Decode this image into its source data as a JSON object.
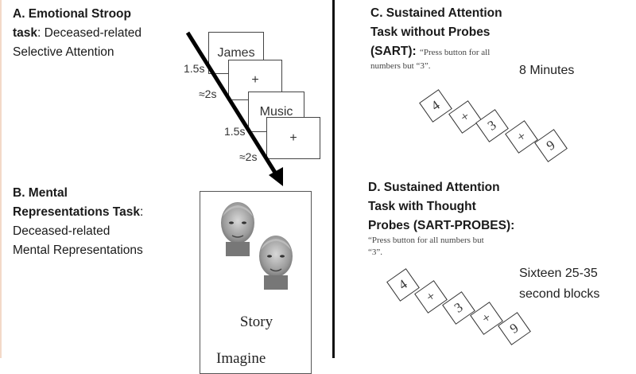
{
  "panel_a": {
    "title_bold_1": "A. Emotional Stroop",
    "title_bold_2": "task",
    "title_rest_2": ": Deceased-related",
    "title_3": "Selective Attention",
    "cards": [
      "James",
      "+",
      "Music",
      "+"
    ],
    "timings": [
      "1.5s",
      "≈2s",
      "1.5s",
      "≈2s"
    ]
  },
  "panel_b": {
    "title_bold_1": "B. Mental",
    "title_bold_2": "Representations Task",
    "title_colon": ":",
    "title_3": "Deceased-related",
    "title_4": "Mental Representations",
    "card_text": "Story",
    "card_text_cut": "Imagine"
  },
  "panel_c": {
    "title_1": "C. Sustained Attention",
    "title_2": "Task without Probes",
    "title_3": "(SART):",
    "instruction_1": "“Press button for all",
    "instruction_2": "numbers but “3”.",
    "duration": "8 Minutes",
    "sequence": [
      "4",
      "+",
      "3",
      "+",
      "9"
    ]
  },
  "panel_d": {
    "title_1": "D. Sustained Attention",
    "title_2": "Task with Thought",
    "title_3": "Probes (SART-PROBES):",
    "instruction_1": "“Press button for all numbers but",
    "instruction_2": "“3”.",
    "duration_1": "Sixteen 25-35",
    "duration_2": "second blocks",
    "sequence": [
      "4",
      "+",
      "3",
      "+",
      "9"
    ]
  }
}
